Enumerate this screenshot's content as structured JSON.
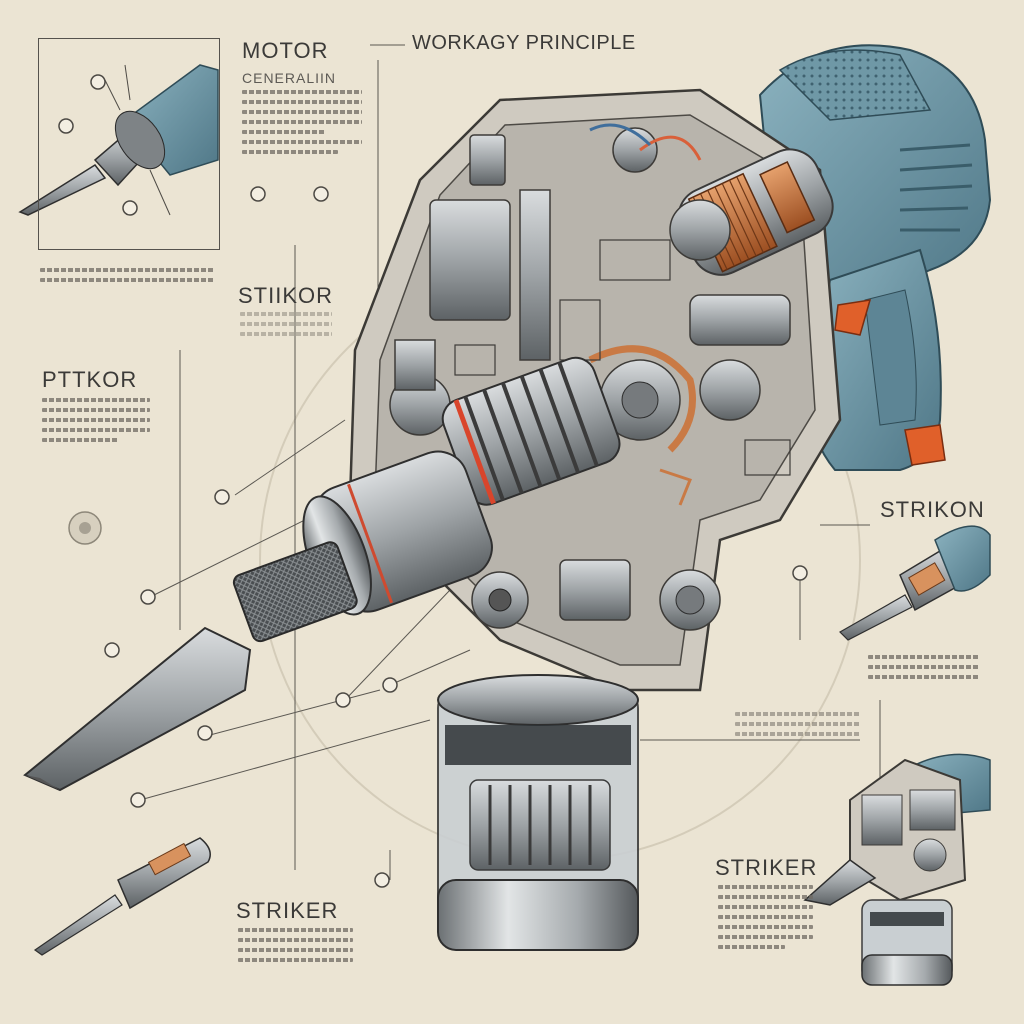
{
  "title": "WORKAGY PRINCIPLE",
  "labels": {
    "motor": "MOTOR",
    "motor_sub": "CENERALIIN",
    "stiikor": "STIIKOR",
    "pttkor": "PTTKOR",
    "strikon": "STRIKON",
    "striker_left": "STRIKER",
    "striker_right": "STRIKER"
  },
  "colors": {
    "background": "#ebe4d3",
    "housing_blue": "#6f9aa8",
    "copper": "#c97a45",
    "accent_orange": "#e0602a",
    "steel": "#a9acae"
  },
  "icons": [
    "hammer-drill-cutaway",
    "chisel-bit",
    "motor-inset",
    "striker-mini-drill"
  ]
}
